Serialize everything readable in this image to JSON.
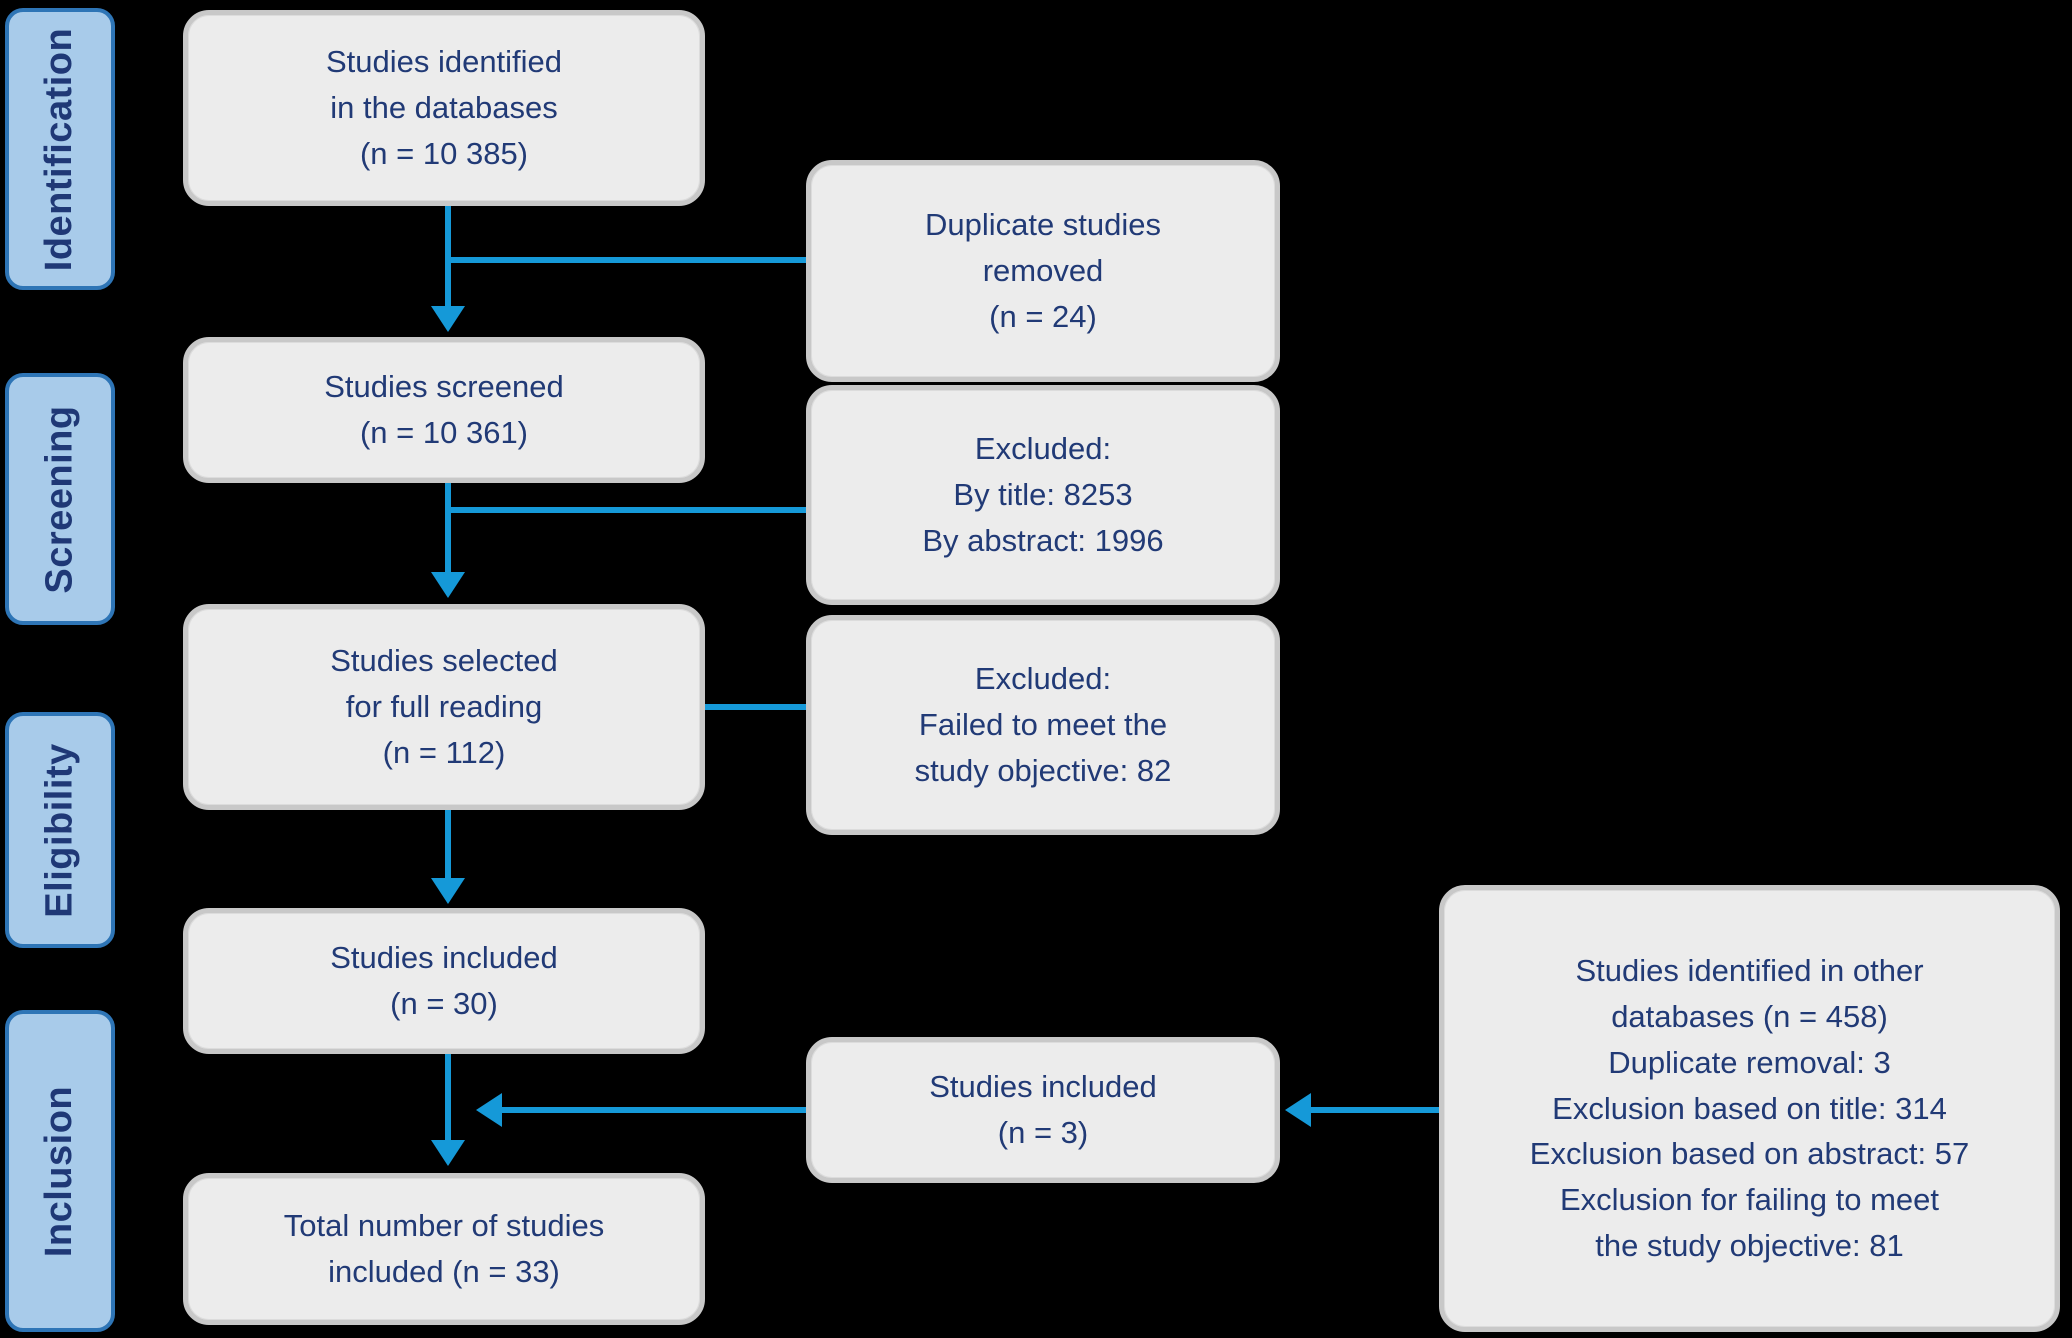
{
  "diagram_type": "PRISMA-style study selection flow diagram",
  "palette": {
    "background": "#000000",
    "box_fill": "#ececec",
    "box_border": "#c8c8c8",
    "box_text": "#213a76",
    "stage_fill": "#a8cbea",
    "stage_border": "#2e75b6",
    "stage_text": "#1f3876",
    "arrow": "#1599d8"
  },
  "stages": [
    {
      "label": "Identification"
    },
    {
      "label": "Screening"
    },
    {
      "label": "Eligibility"
    },
    {
      "label": "Inclusion"
    }
  ],
  "boxes": {
    "identified": {
      "text": "Studies identified\nin the databases\n(n = 10 385)"
    },
    "screened": {
      "text": "Studies screened\n(n = 10 361)"
    },
    "selected": {
      "text": "Studies selected\nfor full reading\n(n = 112)"
    },
    "included": {
      "text": "Studies included\n(n = 30)"
    },
    "total": {
      "text": "Total number of studies\nincluded (n = 33)"
    },
    "duplicates_removed": {
      "text": "Duplicate studies\nremoved\n(n = 24)"
    },
    "excluded_screening": {
      "text": "Excluded:\nBy title: 8253\nBy abstract: 1996"
    },
    "excluded_full_reading": {
      "text": "Excluded:\nFailed to meet the\nstudy objective: 82"
    },
    "other_included": {
      "text": "Studies included\n(n = 3)"
    },
    "other_databases": {
      "text": "Studies identified in other\ndatabases (n = 458)\nDuplicate removal: 3\nExclusion based on title: 314\nExclusion based on abstract: 57\nExclusion for failing to meet\nthe study objective: 81"
    }
  }
}
